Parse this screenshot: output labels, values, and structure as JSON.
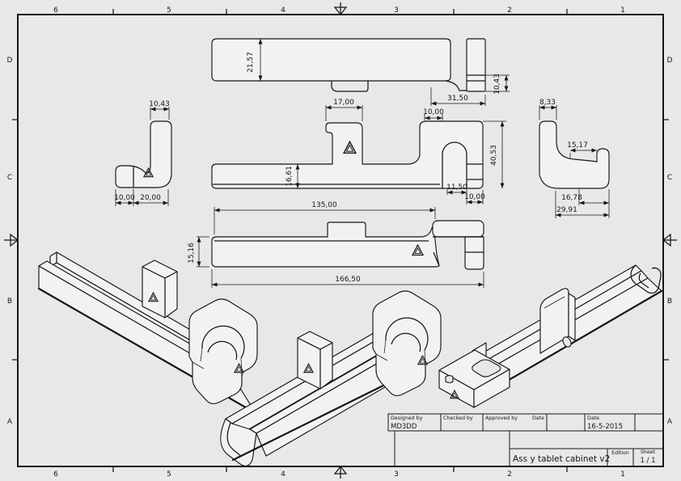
{
  "sheet": {
    "bg_color": "#e8e8e6",
    "line_color": "#161616",
    "grid_columns": [
      "6",
      "5",
      "4",
      "3",
      "2",
      "1"
    ],
    "grid_rows": [
      "D",
      "C",
      "B",
      "A"
    ],
    "icons": {
      "part_logo": "nested-triangle-logo",
      "center_marks": "border-center-arrow"
    }
  },
  "title_block": {
    "designed_by_label": "Designed by",
    "designed_by_value": "MD3DD",
    "checked_by_label": "Checked by",
    "approved_by_label": "Approved by",
    "approved_date_label": "Date",
    "date_label": "Date",
    "date_value": "16-5-2015",
    "drawing_title": "Ass y tablet cabinet v2",
    "edition_label": "Edition",
    "sheet_label": "Sheet",
    "sheet_value": "1 / 1"
  },
  "dimensions": {
    "plan_view": {
      "bar_width": "21,57",
      "end_tab_section": "10,43",
      "end_width": "31,50",
      "end_offset": "10,00"
    },
    "front_view": {
      "tab_width": "17,00",
      "bar_height": "16,61",
      "hook_height": "40,53",
      "slot_width": "11,50",
      "end_tab_width": "10,00"
    },
    "left_detail": {
      "stem_width": "10,43",
      "foot_width": "10,00",
      "body_width": "20,00"
    },
    "right_detail": {
      "stem_width": "8,33",
      "lip_offset": "15,17",
      "foot_width": "16,78",
      "total_width": "29,91"
    },
    "profile_view": {
      "body_length": "135,00",
      "bar_height": "15,16",
      "total_length": "166,50"
    }
  }
}
